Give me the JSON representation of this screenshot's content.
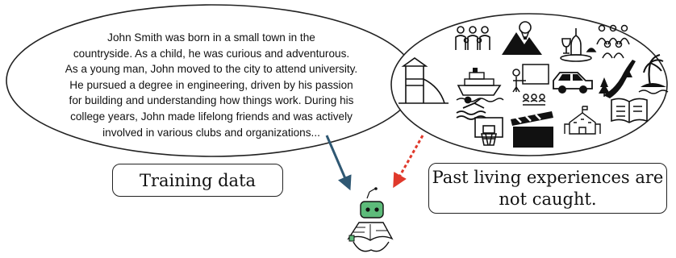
{
  "bio_lines": [
    "John Smith was born in a small town in the",
    "countryside. As a child, he was curious and adventurous.",
    "As a young man, John moved to the city to attend university.",
    "He pursued a degree in engineering, driven by his passion",
    "for building and understanding how things work. During his",
    "college years, John made lifelong friends and was actively",
    "involved in various clubs and organizations..."
  ],
  "training_label": "Training data",
  "past_label_lines": [
    "Past living experiences are",
    "not caught."
  ],
  "icons": [
    "family-icon",
    "mountain-balloon-icon",
    "wine-dinner-icon",
    "group-people-icon",
    "playground-slide-icon",
    "cruise-ship-icon",
    "teacher-class-icon",
    "car-icon",
    "road-trees-icon",
    "island-palm-icon",
    "swimmer-icon",
    "basketball-hoop-icon",
    "clapperboard-icon",
    "school-building-icon",
    "open-book-icon",
    "robot-reading-icon"
  ],
  "colors": {
    "training_arrow": "#2f5873",
    "missing_arrow": "#e0392b",
    "robot": "#5dbb7a"
  }
}
